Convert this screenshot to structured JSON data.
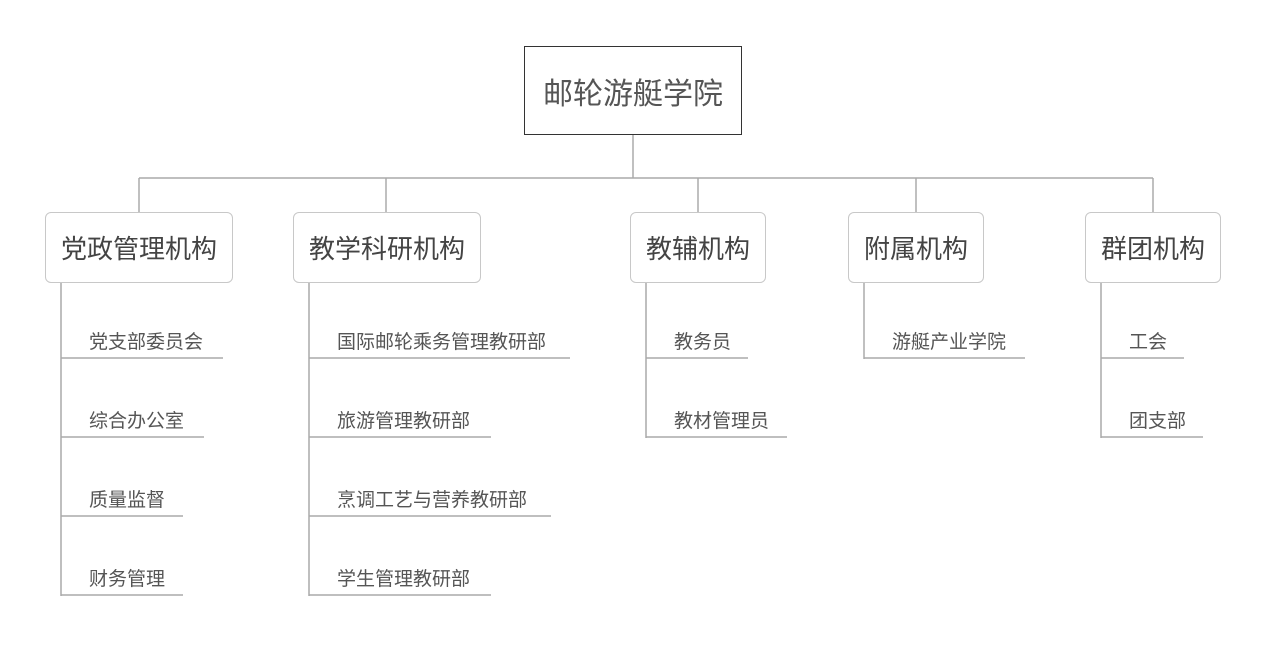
{
  "root": {
    "label": "邮轮游艇学院"
  },
  "departments": [
    {
      "label": "党政管理机构",
      "children": [
        "党支部委员会",
        "综合办公室",
        "质量监督",
        "财务管理"
      ]
    },
    {
      "label": "教学科研机构",
      "children": [
        "国际邮轮乘务管理教研部",
        "旅游管理教研部",
        "烹调工艺与营养教研部",
        "学生管理教研部"
      ]
    },
    {
      "label": "教辅机构",
      "children": [
        "教务员",
        "教材管理员"
      ]
    },
    {
      "label": "附属机构",
      "children": [
        "游艇产业学院"
      ]
    },
    {
      "label": "群团机构",
      "children": [
        "工会",
        "团支部"
      ]
    }
  ],
  "colors": {
    "line": "#aaaaaa",
    "root_border": "#333333",
    "node_border": "#c8c8c8"
  }
}
